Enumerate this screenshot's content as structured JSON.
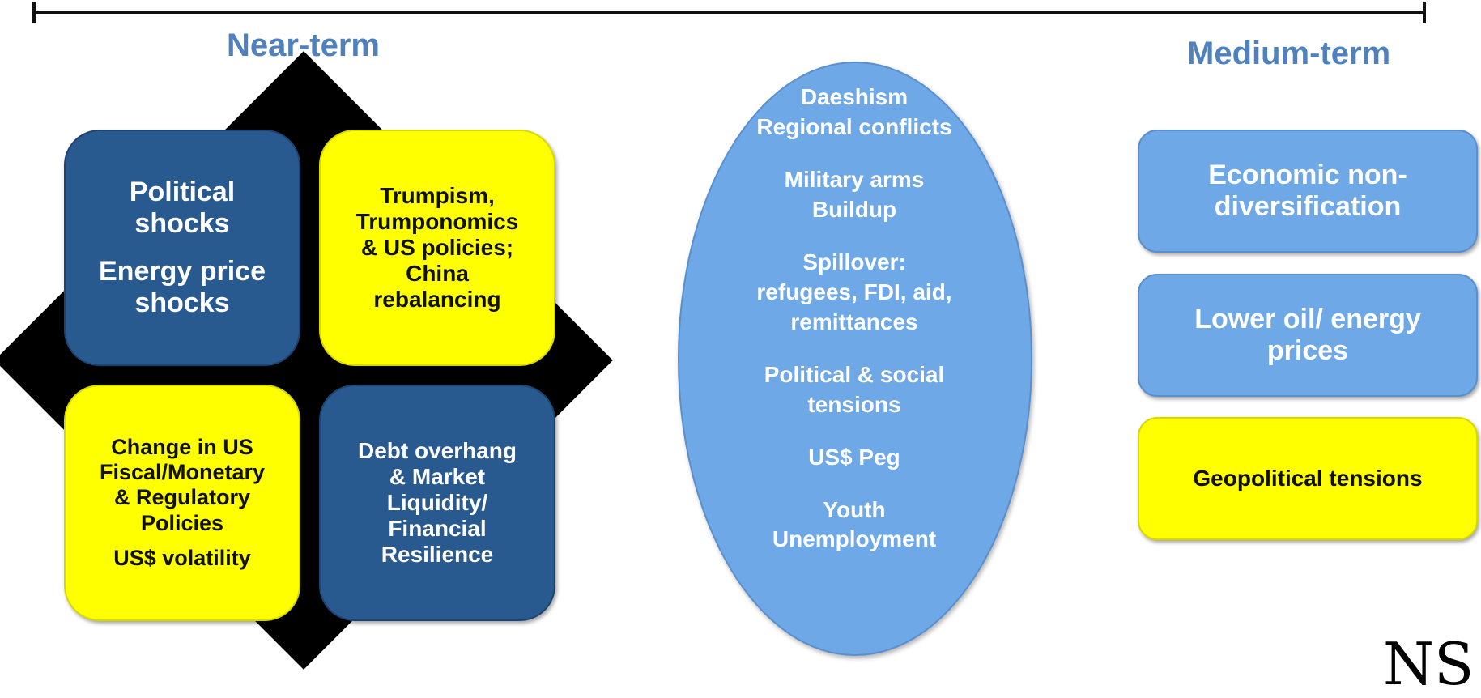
{
  "headings": {
    "near_term": "Near-term",
    "medium_term": "Medium-term"
  },
  "near_term_quadrants": {
    "top_left": {
      "color": "#295a8f",
      "lines": [
        "Political",
        "shocks",
        "Energy price",
        "shocks"
      ]
    },
    "top_right": {
      "color": "#ffff00",
      "lines": [
        "Trumpism,",
        "Trumponomics",
        "& US policies;",
        "China",
        "rebalancing"
      ]
    },
    "bottom_left": {
      "color": "#ffff00",
      "lines": [
        "Change in US",
        "Fiscal/Monetary",
        "& Regulatory",
        "Policies",
        "US$ volatility"
      ]
    },
    "bottom_right": {
      "color": "#295a8f",
      "lines": [
        "Debt overhang",
        "& Market",
        "Liquidity/",
        "Financial",
        "Resilience"
      ]
    }
  },
  "center_oval": {
    "color": "#6ea8e6",
    "groups": [
      [
        "Daeshism",
        "Regional conflicts"
      ],
      [
        "Military arms",
        "Buildup"
      ],
      [
        "Spillover:",
        "refugees, FDI, aid,",
        "remittances"
      ],
      [
        "Political & social",
        "tensions"
      ],
      [
        "US$ Peg"
      ],
      [
        "Youth",
        "Unemployment"
      ]
    ]
  },
  "medium_term_boxes": [
    {
      "color": "#6ea8e6",
      "lines": [
        "Economic non-",
        "diversification"
      ]
    },
    {
      "color": "#6ea8e6",
      "lines": [
        "Lower oil/ energy",
        "prices"
      ]
    },
    {
      "color": "#ffff00",
      "lines": [
        "Geopolitical tensions"
      ]
    }
  ],
  "logo_text": "NS"
}
